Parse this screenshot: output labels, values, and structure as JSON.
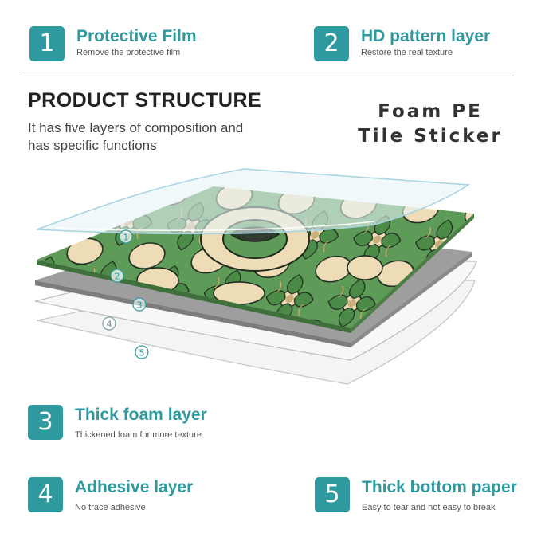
{
  "colors": {
    "accent": "#2e9aa0",
    "text_dark": "#222222",
    "tile_green": "#5e9a58",
    "tile_cream": "#eedcb7",
    "foam_gray": "#9e9e9e"
  },
  "features": [
    {
      "number": "1",
      "title": "Protective Film",
      "subtitle": "Remove the protective film"
    },
    {
      "number": "2",
      "title": "HD pattern layer",
      "subtitle": "Restore the real texture"
    },
    {
      "number": "3",
      "title": "Thick foam layer",
      "subtitle": "Thickened foam for more texture"
    },
    {
      "number": "4",
      "title": "Adhesive layer",
      "subtitle": "No trace adhesive"
    },
    {
      "number": "5",
      "title": "Thick bottom paper",
      "subtitle": "Easy to tear and not easy to break"
    }
  ],
  "structure": {
    "title": "PRODUCT STRUCTURE",
    "description": "It has five layers of composition and has specific functions"
  },
  "product": {
    "line1": "Foam PE",
    "line2": "Tile Sticker"
  },
  "layer_markers": [
    "1",
    "2",
    "3",
    "4",
    "5"
  ]
}
